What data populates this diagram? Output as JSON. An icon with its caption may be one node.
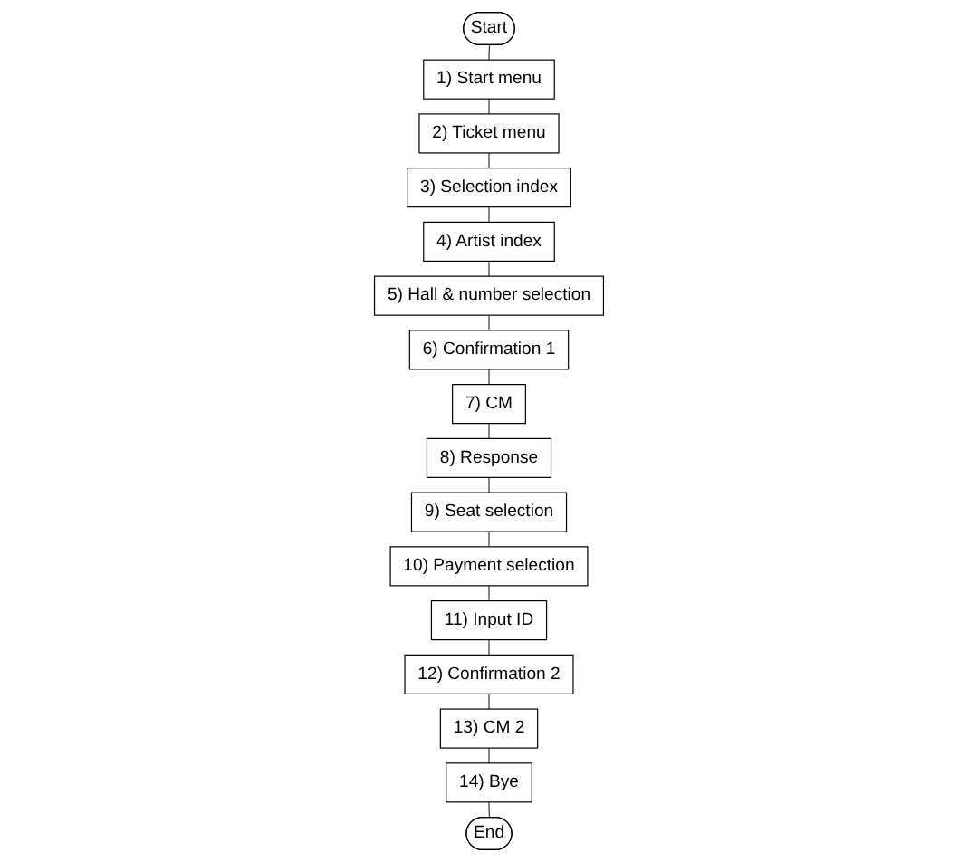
{
  "diagram": {
    "nodes": [
      {
        "text": [
          "Start"
        ]
      },
      {
        "text": [
          "1) Start menu"
        ]
      },
      {
        "text": [
          "2) Ticket menu"
        ]
      },
      {
        "text": [
          "3) Selection index"
        ]
      },
      {
        "text": [
          "4) Artist index"
        ]
      },
      {
        "text": [
          "5) Hall & number selection"
        ]
      },
      {
        "text": [
          "6) Confirmation 1"
        ]
      },
      {
        "text": [
          "7) CM"
        ]
      },
      {
        "text": [
          "8) Response"
        ]
      },
      {
        "text": [
          "9) Seat selection"
        ]
      },
      {
        "text": [
          "10) Payment selection"
        ]
      },
      {
        "text": [
          "11) Input ID"
        ]
      },
      {
        "text": [
          "12) Confirmation 2"
        ]
      },
      {
        "text": [
          "13) CM 2"
        ]
      },
      {
        "text": [
          "14) Bye"
        ]
      },
      {
        "text": [
          "End"
        ]
      }
    ],
    "edges": [
      {
        "from": 0,
        "to": 1,
        "arrow": "none"
      },
      {
        "from": 1,
        "to": 2,
        "arrow": "none"
      },
      {
        "from": 2,
        "to": 3,
        "arrow": "none"
      },
      {
        "from": 3,
        "to": 4,
        "arrow": "none"
      },
      {
        "from": 4,
        "to": 5,
        "arrow": "none"
      },
      {
        "from": 5,
        "to": 6,
        "arrow": "none"
      },
      {
        "from": 6,
        "to": 7,
        "arrow": "none"
      },
      {
        "from": 7,
        "to": 8,
        "arrow": "none"
      },
      {
        "from": 8,
        "to": 9,
        "arrow": "none"
      },
      {
        "from": 9,
        "to": 10,
        "arrow": "none"
      },
      {
        "from": 10,
        "to": 11,
        "arrow": "none"
      },
      {
        "from": 11,
        "to": 12,
        "arrow": "none"
      },
      {
        "from": 12,
        "to": 13,
        "arrow": "none"
      },
      {
        "from": 13,
        "to": 14,
        "arrow": "none"
      },
      {
        "from": 14,
        "to": 15,
        "arrow": "none"
      }
    ]
  }
}
